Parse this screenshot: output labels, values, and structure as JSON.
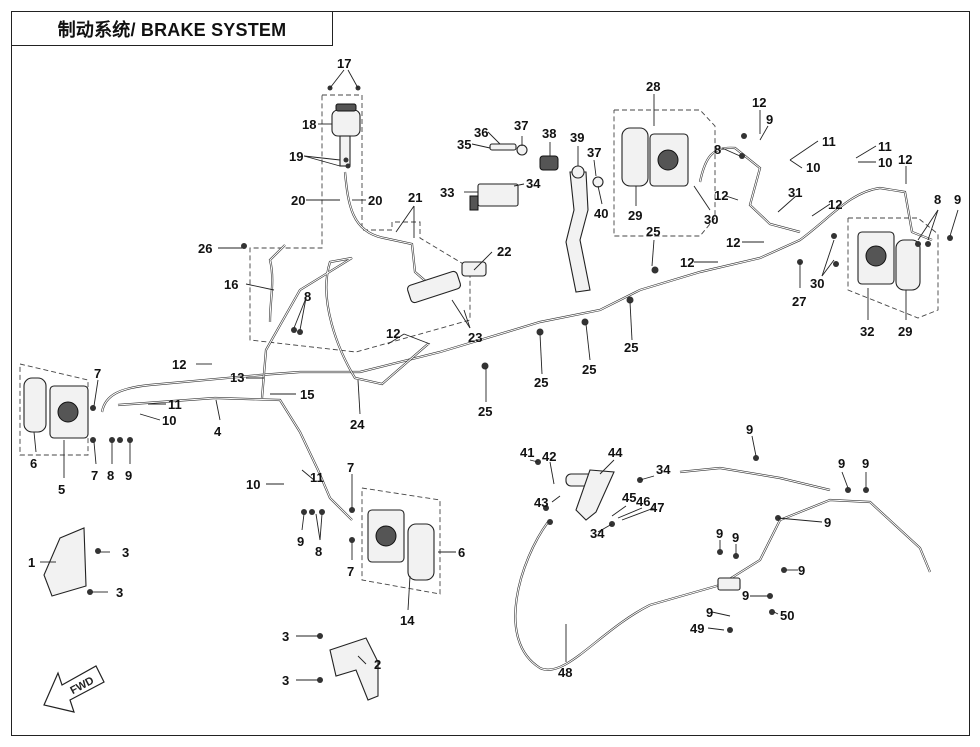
{
  "title": "制动系统/ BRAKE SYSTEM",
  "fwd_label": "FWD",
  "callouts": [
    {
      "id": "c17",
      "text": "17"
    },
    {
      "id": "c18",
      "text": "18"
    },
    {
      "id": "c19",
      "text": "19"
    },
    {
      "id": "c20a",
      "text": "20"
    },
    {
      "id": "c20b",
      "text": "20"
    },
    {
      "id": "c21",
      "text": "21"
    },
    {
      "id": "c22",
      "text": "22"
    },
    {
      "id": "c23",
      "text": "23"
    },
    {
      "id": "c24",
      "text": "24"
    },
    {
      "id": "c26",
      "text": "26"
    },
    {
      "id": "c16",
      "text": "16"
    },
    {
      "id": "c8a",
      "text": "8"
    },
    {
      "id": "c36",
      "text": "36"
    },
    {
      "id": "c35",
      "text": "35"
    },
    {
      "id": "c37a",
      "text": "37"
    },
    {
      "id": "c38",
      "text": "38"
    },
    {
      "id": "c39",
      "text": "39"
    },
    {
      "id": "c37b",
      "text": "37"
    },
    {
      "id": "c40",
      "text": "40"
    },
    {
      "id": "c33",
      "text": "33"
    },
    {
      "id": "c34a",
      "text": "34"
    },
    {
      "id": "c28",
      "text": "28"
    },
    {
      "id": "c29a",
      "text": "29"
    },
    {
      "id": "c30a",
      "text": "30"
    },
    {
      "id": "c12a",
      "text": "12"
    },
    {
      "id": "c9a",
      "text": "9"
    },
    {
      "id": "c8b",
      "text": "8"
    },
    {
      "id": "c11a",
      "text": "11"
    },
    {
      "id": "c10a",
      "text": "10"
    },
    {
      "id": "c11b",
      "text": "11"
    },
    {
      "id": "c10b",
      "text": "10"
    },
    {
      "id": "c12b",
      "text": "12"
    },
    {
      "id": "c31",
      "text": "31"
    },
    {
      "id": "c12c",
      "text": "12"
    },
    {
      "id": "c12d",
      "text": "12"
    },
    {
      "id": "c8c",
      "text": "8"
    },
    {
      "id": "c9b",
      "text": "9"
    },
    {
      "id": "c12e",
      "text": "12"
    },
    {
      "id": "c25a",
      "text": "25"
    },
    {
      "id": "c12f",
      "text": "12"
    },
    {
      "id": "c30b",
      "text": "30"
    },
    {
      "id": "c27",
      "text": "27"
    },
    {
      "id": "c32",
      "text": "32"
    },
    {
      "id": "c29b",
      "text": "29"
    },
    {
      "id": "c25b",
      "text": "25"
    },
    {
      "id": "c25c",
      "text": "25"
    },
    {
      "id": "c25d",
      "text": "25"
    },
    {
      "id": "c25e",
      "text": "25"
    },
    {
      "id": "c12g",
      "text": "12"
    },
    {
      "id": "c13",
      "text": "13"
    },
    {
      "id": "c15",
      "text": "15"
    },
    {
      "id": "c12h",
      "text": "12"
    },
    {
      "id": "c7a",
      "text": "7"
    },
    {
      "id": "c11c",
      "text": "11"
    },
    {
      "id": "c10c",
      "text": "10"
    },
    {
      "id": "c4",
      "text": "4"
    },
    {
      "id": "c6a",
      "text": "6"
    },
    {
      "id": "c5",
      "text": "5"
    },
    {
      "id": "c7b",
      "text": "7"
    },
    {
      "id": "c8d",
      "text": "8"
    },
    {
      "id": "c9c",
      "text": "9"
    },
    {
      "id": "c10d",
      "text": "10"
    },
    {
      "id": "c11d",
      "text": "11"
    },
    {
      "id": "c7c",
      "text": "7"
    },
    {
      "id": "c9d",
      "text": "9"
    },
    {
      "id": "c8e",
      "text": "8"
    },
    {
      "id": "c7d",
      "text": "7"
    },
    {
      "id": "c6b",
      "text": "6"
    },
    {
      "id": "c14",
      "text": "14"
    },
    {
      "id": "c1",
      "text": "1"
    },
    {
      "id": "c3a",
      "text": "3"
    },
    {
      "id": "c3b",
      "text": "3"
    },
    {
      "id": "c3c",
      "text": "3"
    },
    {
      "id": "c3d",
      "text": "3"
    },
    {
      "id": "c2",
      "text": "2"
    },
    {
      "id": "c41",
      "text": "41"
    },
    {
      "id": "c42",
      "text": "42"
    },
    {
      "id": "c44",
      "text": "44"
    },
    {
      "id": "c34b",
      "text": "34"
    },
    {
      "id": "c43",
      "text": "43"
    },
    {
      "id": "c45",
      "text": "45"
    },
    {
      "id": "c46",
      "text": "46"
    },
    {
      "id": "c47",
      "text": "47"
    },
    {
      "id": "c34c",
      "text": "34"
    },
    {
      "id": "c9e",
      "text": "9"
    },
    {
      "id": "c9f",
      "text": "9"
    },
    {
      "id": "c9g",
      "text": "9"
    },
    {
      "id": "c9h",
      "text": "9"
    },
    {
      "id": "c9i",
      "text": "9"
    },
    {
      "id": "c9j",
      "text": "9"
    },
    {
      "id": "c9k",
      "text": "9"
    },
    {
      "id": "c9l",
      "text": "9"
    },
    {
      "id": "c9m",
      "text": "9"
    },
    {
      "id": "c50",
      "text": "50"
    },
    {
      "id": "c49",
      "text": "49"
    },
    {
      "id": "c48",
      "text": "48"
    }
  ]
}
